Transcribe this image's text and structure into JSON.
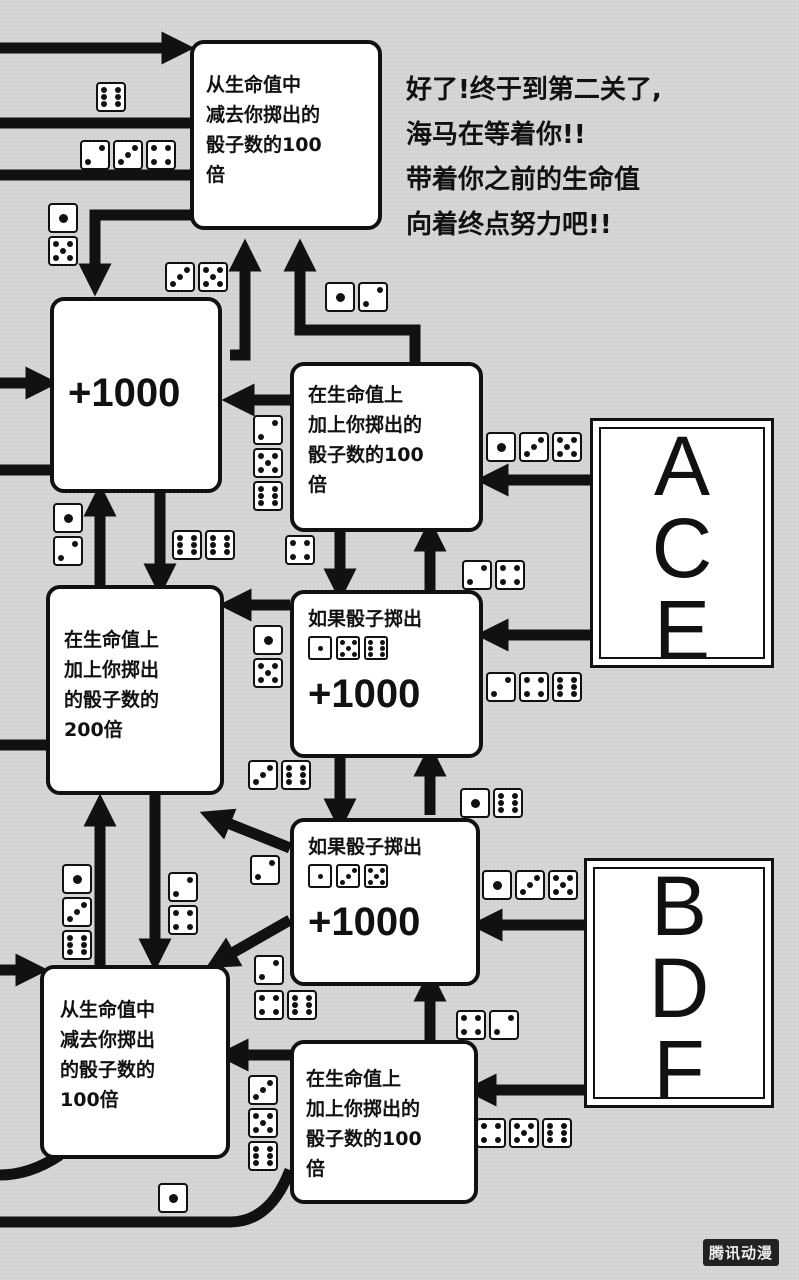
{
  "narration": "好了!终于到第二关了,\n海马在等着你!!\n带着你之前的生命值\n向着终点努力吧!!",
  "boxes": {
    "top": "从生命值中\n减去你掷出的\n骰子数的100\n倍",
    "plus_big": "+1000",
    "add_100_upper": "在生命值上\n加上你掷出的\n骰子数的100\n倍",
    "add_200": "在生命值上\n加上你掷出\n的骰子数的\n200倍",
    "if_roll_upper": "如果骰子掷出",
    "if_roll_upper_value": "+1000",
    "if_roll_lower": "如果骰子掷出",
    "if_roll_lower_value": "+1000",
    "subtract_lower": "从生命值中\n减去你掷出\n的骰子数的\n100倍",
    "add_100_lower": "在生命值上\n加上你掷出的\n骰子数的100\n倍"
  },
  "start_tiles": {
    "ace": "A\nC\nE",
    "bdf": "B\nD\nF"
  },
  "icons": {
    "die": "die-face-icon",
    "arrow": "arrow-icon"
  },
  "watermark": "腾讯动漫"
}
